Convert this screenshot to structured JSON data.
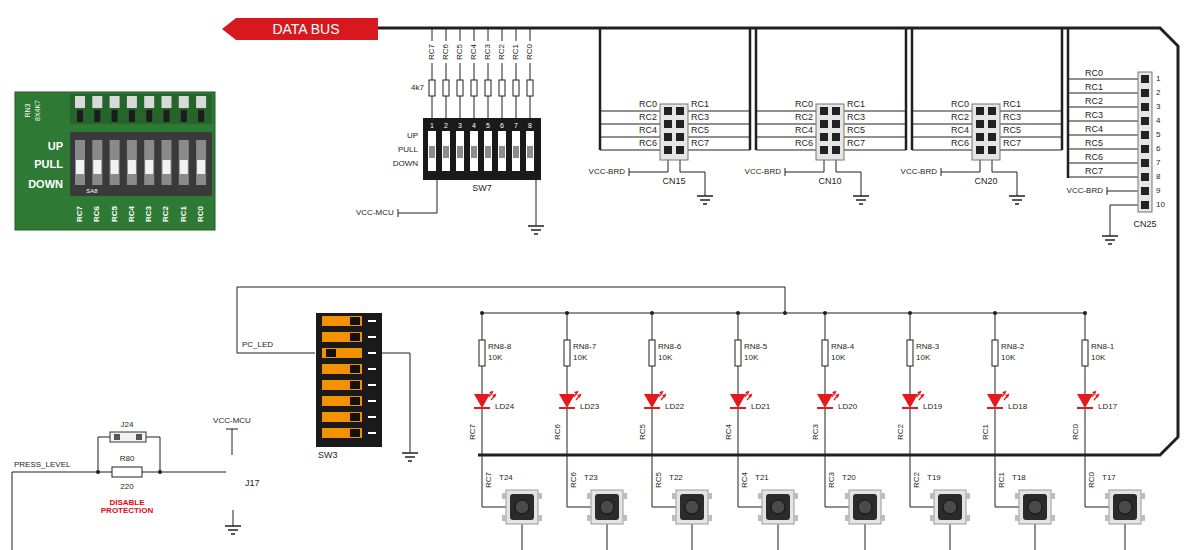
{
  "diagram": {
    "nodes": [
      {
        "text": [
          "DATA BUS"
        ]
      },
      {
        "text": [
          "SW7"
        ]
      },
      {
        "text": [
          "CN15"
        ]
      },
      {
        "text": [
          "CN10"
        ]
      },
      {
        "text": [
          "CN20"
        ]
      },
      {
        "text": [
          "CN25"
        ]
      },
      {
        "text": [
          "SW3"
        ]
      },
      {
        "text": [
          "J17"
        ]
      }
    ],
    "labels": [
      "RN3",
      "8X4K7",
      "UP",
      "PULL",
      "DOWN",
      "SA8",
      "RC7",
      "RC6",
      "RC5",
      "RC4",
      "RC3",
      "RC2",
      "RC1",
      "RC0",
      "RC7",
      "RC6",
      "RC5",
      "RC4",
      "RC3",
      "RC2",
      "RC1",
      "RC0",
      "4k7",
      "UP",
      "PULL",
      "DOWN",
      "1",
      "2",
      "3",
      "4",
      "5",
      "6",
      "7",
      "8",
      "VCC-MCU",
      "RC0",
      "RC2",
      "RC4",
      "RC6",
      "RC1",
      "RC3",
      "RC5",
      "RC7",
      "VCC-BRD",
      "RC0",
      "RC2",
      "RC4",
      "RC6",
      "RC1",
      "RC3",
      "RC5",
      "RC7",
      "VCC-BRD",
      "RC0",
      "RC2",
      "RC4",
      "RC6",
      "RC1",
      "RC3",
      "RC5",
      "RC7",
      "VCC-BRD",
      "RC0",
      "RC1",
      "RC2",
      "RC3",
      "RC4",
      "RC5",
      "RC6",
      "RC7",
      "VCC-BRD",
      "1",
      "2",
      "3",
      "4",
      "5",
      "6",
      "7",
      "8",
      "9",
      "10",
      "PC_LED",
      "RN8-8",
      "10K",
      "LD24",
      "RC7",
      "RN8-7",
      "10K",
      "LD23",
      "RC6",
      "RN8-6",
      "10K",
      "LD22",
      "RC5",
      "RN8-5",
      "10K",
      "LD21",
      "RC4",
      "RN8-4",
      "10K",
      "LD20",
      "RC3",
      "RN8-3",
      "10K",
      "LD19",
      "RC2",
      "RN8-2",
      "10K",
      "LD18",
      "RC1",
      "RN8-1",
      "10K",
      "LD17",
      "RC0",
      "RC7",
      "T24",
      "RC6",
      "T23",
      "RC5",
      "T22",
      "RC4",
      "T21",
      "RC3",
      "T20",
      "RC2",
      "T19",
      "RC1",
      "T18",
      "RC0",
      "T17",
      "J24",
      "R80",
      "220",
      "DISABLE PROTECTION",
      "PRESS_LEVEL",
      "VCC-MCU"
    ]
  }
}
